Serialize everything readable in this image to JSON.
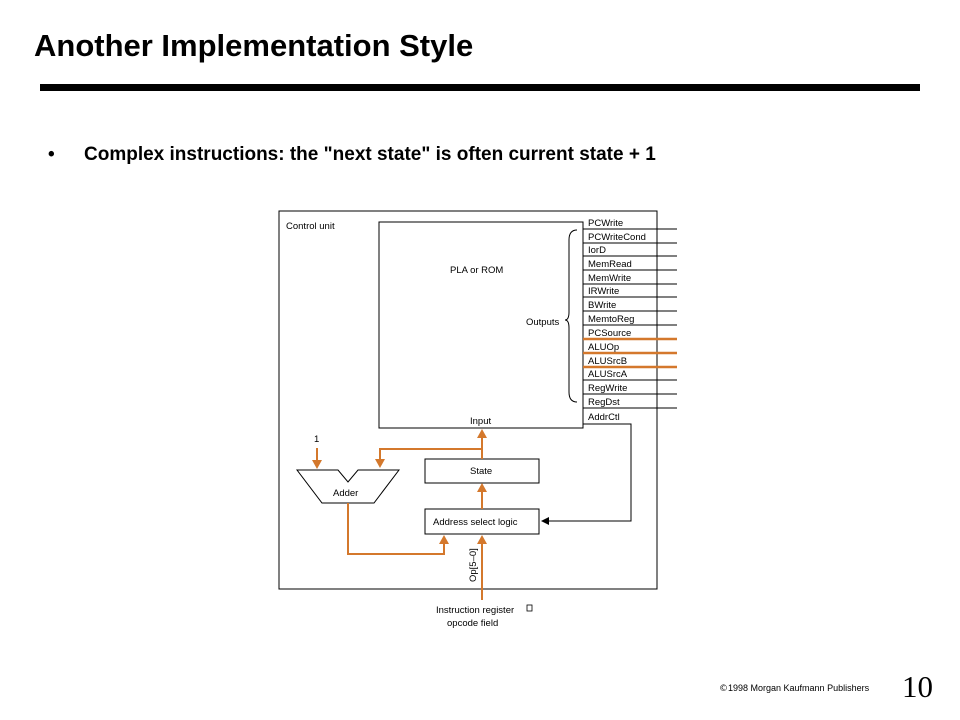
{
  "slide": {
    "title": "Another Implementation Style",
    "bullet": "Complex instructions:  the \"next state\" is often current state + 1"
  },
  "diagram": {
    "control_unit_label": "Control unit",
    "pla_label": "PLA or ROM",
    "outputs_label": "Outputs",
    "input_label": "Input",
    "one_label": "1",
    "adder_label": "Adder",
    "state_label": "State",
    "address_select_label": "Address select logic",
    "op_label": "Op[5–0]",
    "instruction_register_line1": "Instruction register",
    "instruction_register_line2": "opcode field",
    "addrctl_label": "AddrCtl",
    "output_signals": [
      "PCWrite",
      "PCWriteCond",
      "IorD",
      "MemRead",
      "MemWrite",
      "IRWrite",
      "BWrite",
      "MemtoReg",
      "PCSource",
      "ALUOp",
      "ALUSrcB",
      "ALUSrcA",
      "RegWrite",
      "RegDst"
    ],
    "colors": {
      "bus": "#d4782c",
      "line": "#000000"
    }
  },
  "footer": {
    "copyright_symbol": "©",
    "copyright": "1998 Morgan Kaufmann Publishers",
    "page_number": "10"
  }
}
